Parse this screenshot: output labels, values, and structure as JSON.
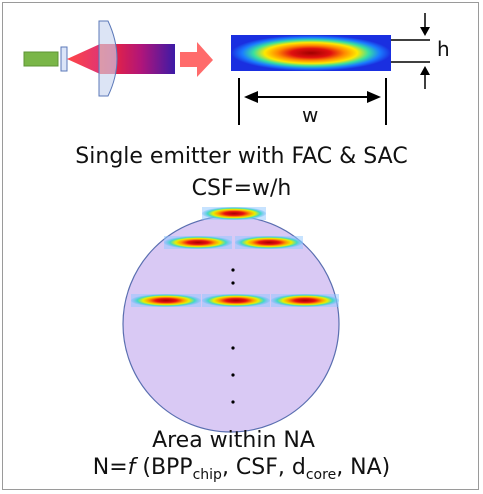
{
  "diagram": {
    "labels": {
      "height": "h",
      "width": "w"
    },
    "captions": {
      "emitter": "Single emitter with FAC & SAC",
      "csf": "CSF=w/h",
      "area": "Area within NA",
      "formula": {
        "prefix": "N=",
        "func": "f",
        "open": " (BPP",
        "sub_chip": "chip",
        "csf": ", CSF, d",
        "sub_core": "core",
        "close": ", NA)"
      }
    },
    "stack_rows": [
      1,
      2,
      3
    ],
    "colors": {
      "circle_fill": "#d9c9f4",
      "circle_stroke": "#5a6fb0",
      "laser_diode": "#7ab648",
      "lens": "#c9d6f0",
      "beam_start": "#ff3030",
      "beam_end": "#3a1aa0",
      "arrow": "#ff6b6b"
    },
    "icons": [
      "laser-diode-icon",
      "fac-lens-icon",
      "sac-lens-icon",
      "beam-icon",
      "transform-arrow-icon"
    ]
  }
}
